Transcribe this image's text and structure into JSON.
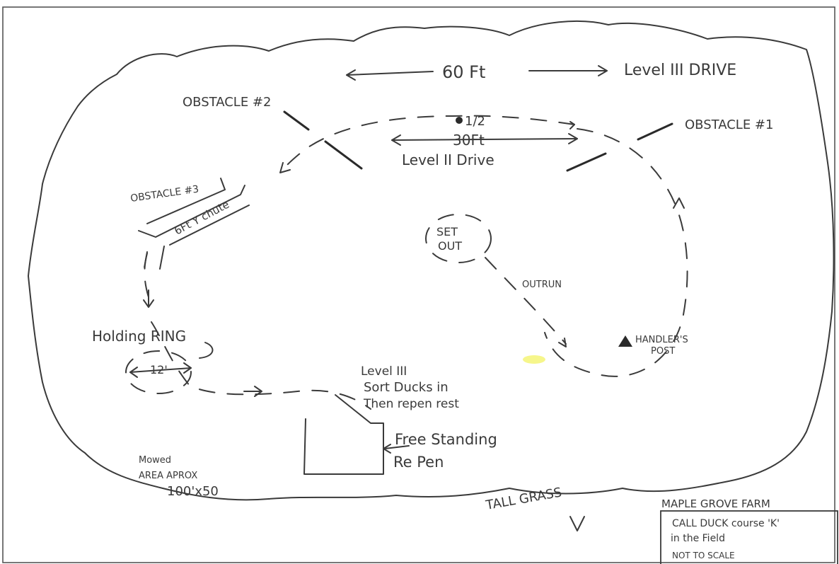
{
  "labels": {
    "drive_level3_distance": "60 Ft",
    "drive_level3": "Level III DRIVE",
    "obstacle2": "OBSTACLE #2",
    "obstacle1": "OBSTACLE #1",
    "obstacle3": "OBSTACLE #3",
    "chute": "6Ft Y chute",
    "marker_half": "1/2",
    "drive_level2_distance": "30Ft",
    "drive_level2": "Level II Drive",
    "set_out_line1": "SET",
    "set_out_line2": "OUT",
    "outrun": "OUTRUN",
    "holding_ring": "Holding RING",
    "ring_size": "12'",
    "handlers_post_line1": "HANDLER'S",
    "handlers_post_line2": "POST",
    "sort_line1": "Level III",
    "sort_line2": "Sort Ducks in",
    "sort_line3": "Then repen rest",
    "pen_line1": "Free Standing",
    "pen_line2": "Re Pen",
    "mowed_line1": "Mowed",
    "mowed_line2": "AREA APROX",
    "mowed_line3": "100'x50",
    "tall_grass": "TALL GRASS"
  },
  "title_box": {
    "farm": "MAPLE GROVE FARM",
    "course_line1": "CALL DUCK course 'K'",
    "course_line2": "in the Field",
    "scale_note": "NOT TO SCALE"
  },
  "colors": {
    "ink": "#3a3a3a",
    "highlight": "#f2f25a"
  }
}
